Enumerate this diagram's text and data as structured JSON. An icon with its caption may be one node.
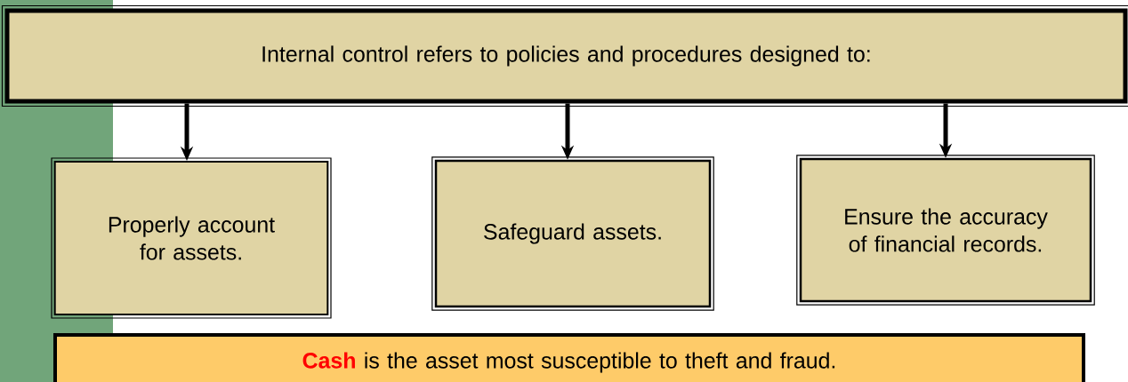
{
  "diagram": {
    "nodes": [
      {
        "text": [
          "Internal control refers to policies and procedures designed to:"
        ]
      },
      {
        "text": [
          "Properly account for assets."
        ]
      },
      {
        "text": [
          "Safeguard assets."
        ]
      },
      {
        "text": [
          "Ensure the accuracy of financial records."
        ]
      },
      {
        "text": [
          "**Cash** is the asset most susceptible to theft and fraud."
        ]
      }
    ],
    "edges": [
      {
        "from": 0,
        "to": 1,
        "arrow": "to"
      },
      {
        "from": 0,
        "to": 2,
        "arrow": "to"
      },
      {
        "from": 0,
        "to": 3,
        "arrow": "to"
      }
    ]
  }
}
